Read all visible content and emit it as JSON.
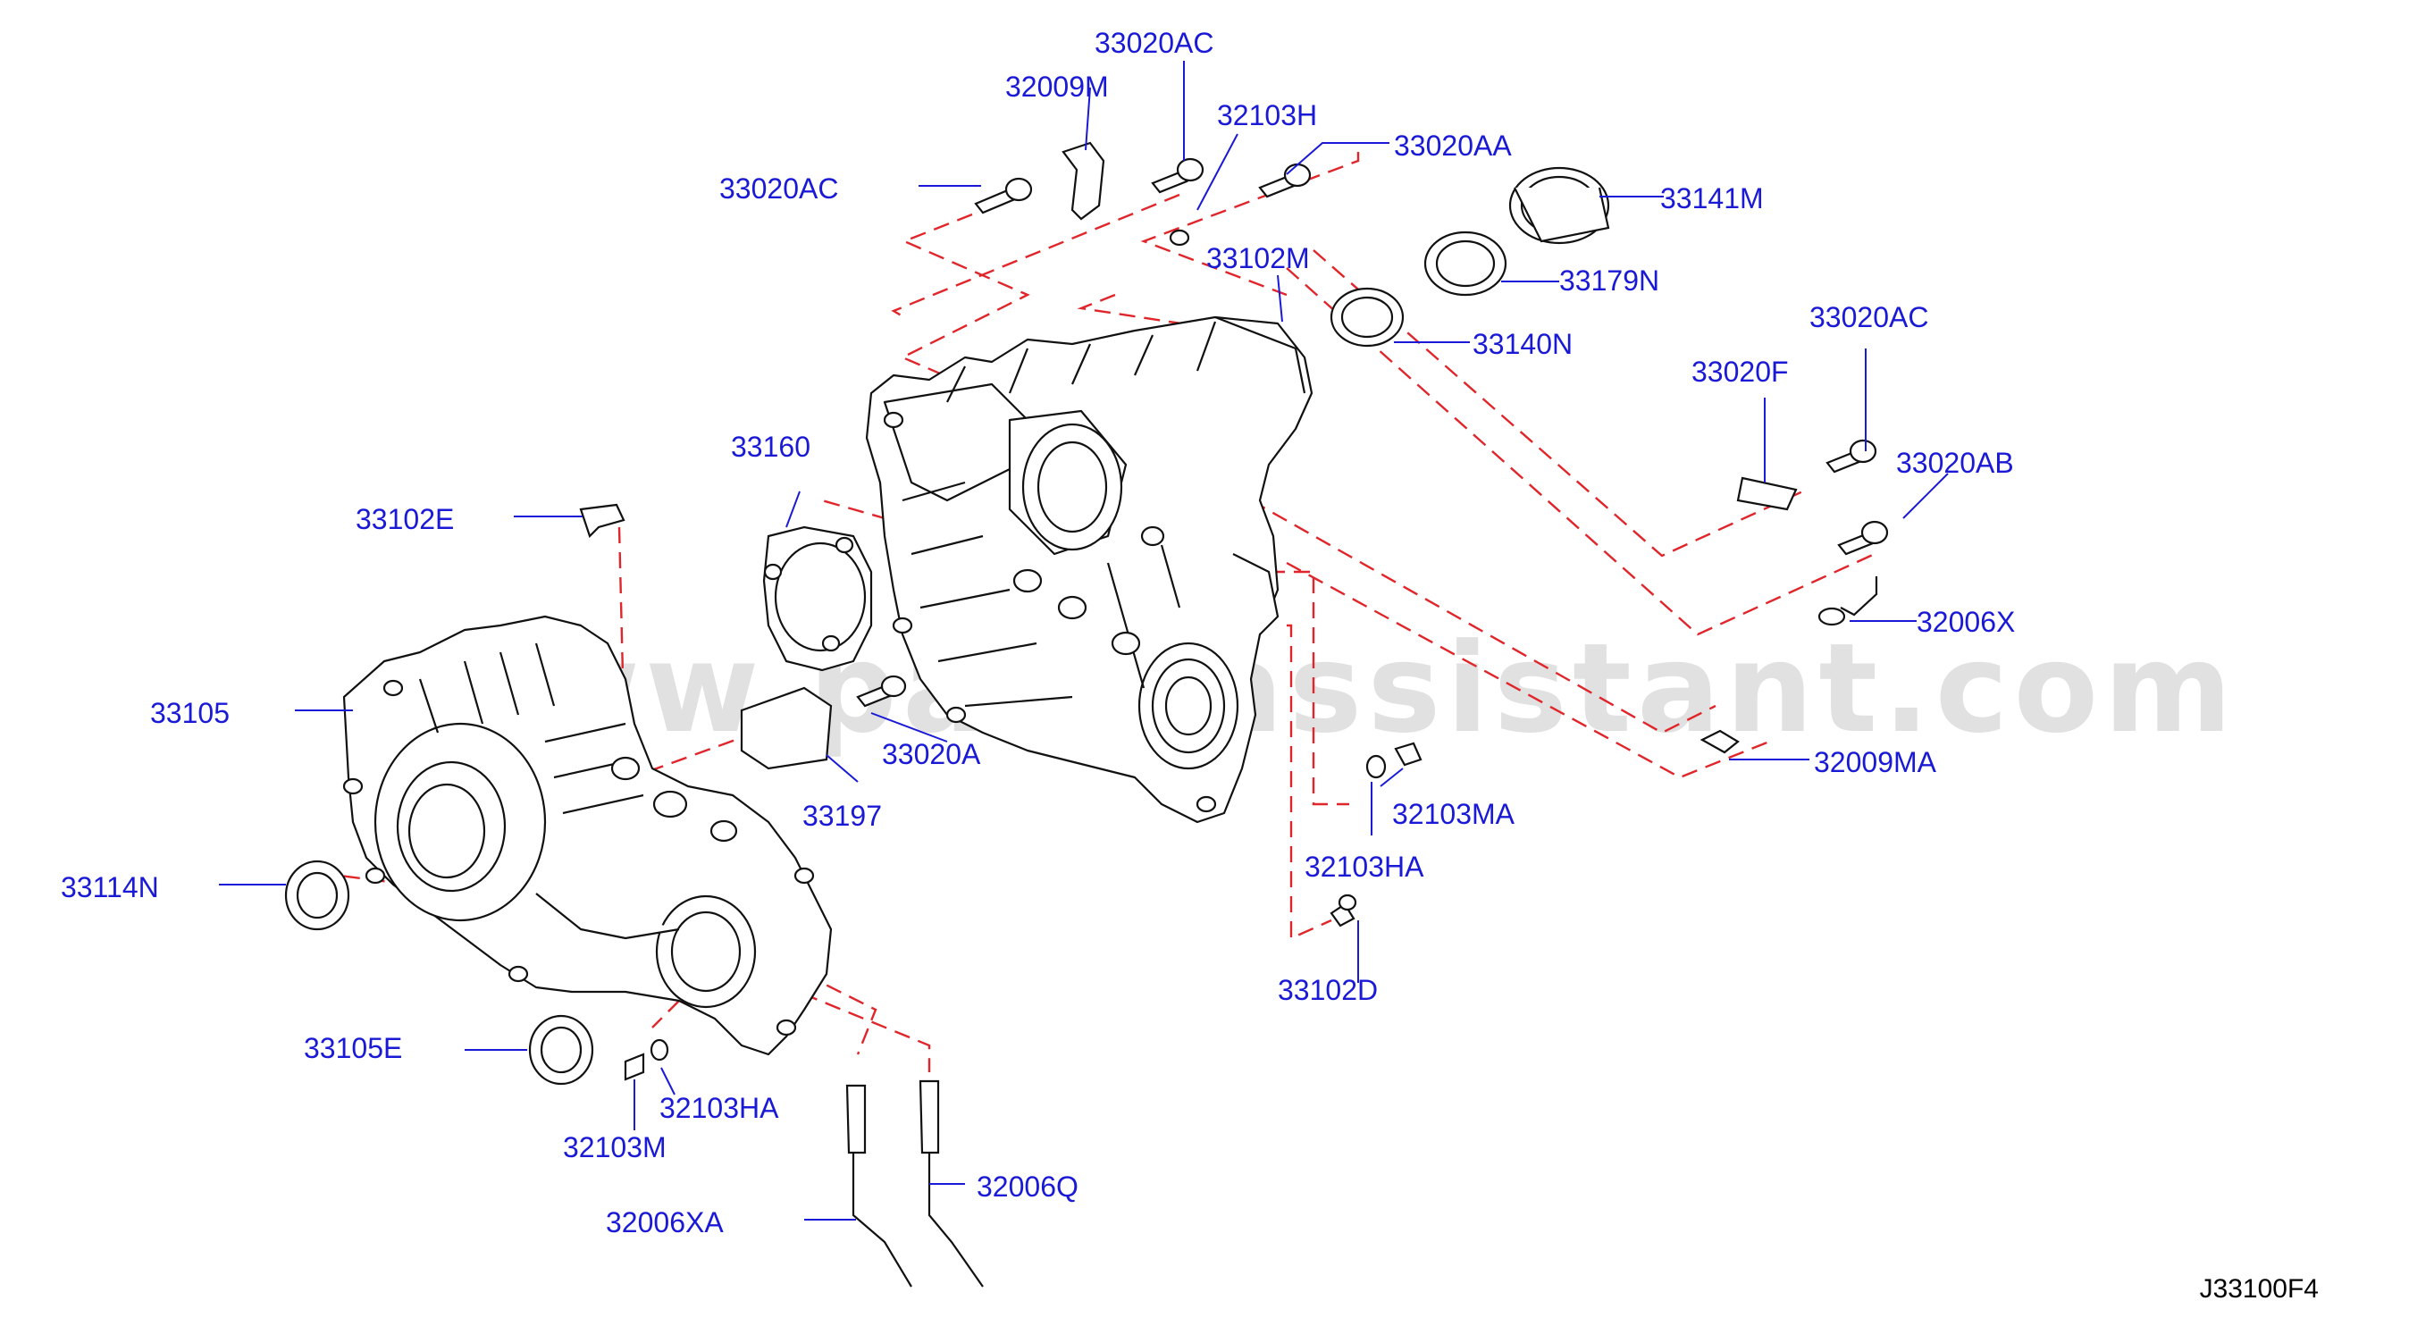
{
  "diagram_code": "J33100F4",
  "watermark": "www.partsassistant.com",
  "colors": {
    "label": "#1a1ad6",
    "line": "#1a1ad6",
    "dash": "#e0262b",
    "drawing": "#111111",
    "watermark": "#b9b9b9"
  },
  "parts": [
    {
      "id": "p33020AC_top",
      "label": "33020AC"
    },
    {
      "id": "p32009M",
      "label": "32009M"
    },
    {
      "id": "p32103H",
      "label": "32103H"
    },
    {
      "id": "p33020AA",
      "label": "33020AA"
    },
    {
      "id": "p33020AC_left",
      "label": "33020AC"
    },
    {
      "id": "p33141M",
      "label": "33141M"
    },
    {
      "id": "p33102M",
      "label": "33102M"
    },
    {
      "id": "p33179N",
      "label": "33179N"
    },
    {
      "id": "p33140N",
      "label": "33140N"
    },
    {
      "id": "p33020AC_right",
      "label": "33020AC"
    },
    {
      "id": "p33020F",
      "label": "33020F"
    },
    {
      "id": "p33160",
      "label": "33160"
    },
    {
      "id": "p33020AB",
      "label": "33020AB"
    },
    {
      "id": "p33102E",
      "label": "33102E"
    },
    {
      "id": "p32006X",
      "label": "32006X"
    },
    {
      "id": "p33105",
      "label": "33105"
    },
    {
      "id": "p33020A",
      "label": "33020A"
    },
    {
      "id": "p32009MA",
      "label": "32009MA"
    },
    {
      "id": "p33197",
      "label": "33197"
    },
    {
      "id": "p32103MA",
      "label": "32103MA"
    },
    {
      "id": "p33114N",
      "label": "33114N"
    },
    {
      "id": "p32103HA_right",
      "label": "32103HA"
    },
    {
      "id": "p33102D",
      "label": "33102D"
    },
    {
      "id": "p33105E",
      "label": "33105E"
    },
    {
      "id": "p32103HA_left",
      "label": "32103HA"
    },
    {
      "id": "p32103M",
      "label": "32103M"
    },
    {
      "id": "p32006Q",
      "label": "32006Q"
    },
    {
      "id": "p32006XA",
      "label": "32006XA"
    }
  ]
}
